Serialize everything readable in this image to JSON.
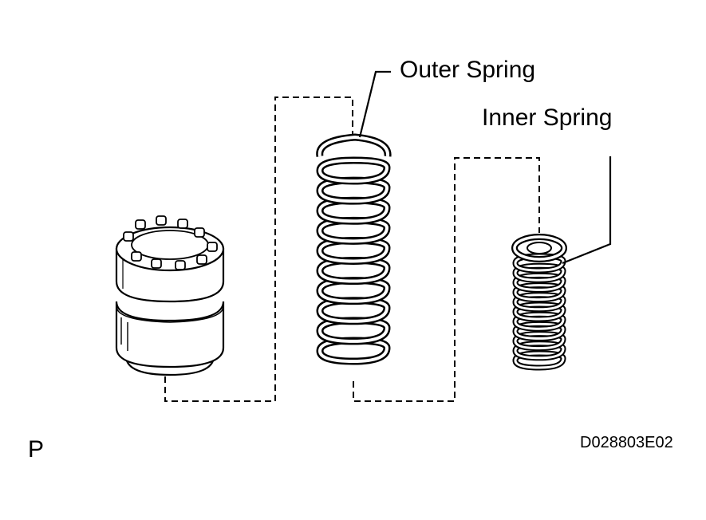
{
  "labels": {
    "outer_spring": "Outer Spring",
    "inner_spring": "Inner Spring"
  },
  "corner_mark": "P",
  "figure_code": "D028803E02",
  "colors": {
    "ink": "#000000",
    "background": "#ffffff"
  }
}
